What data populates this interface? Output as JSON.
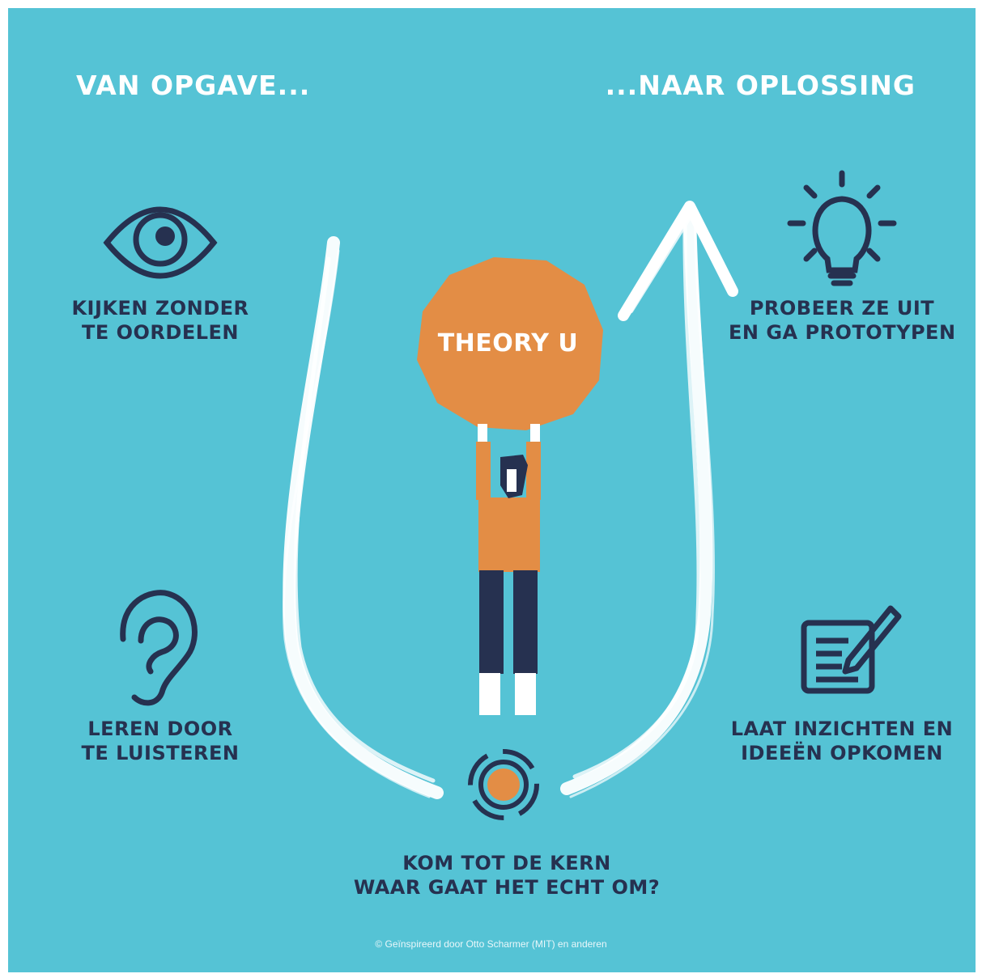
{
  "header": {
    "left": "VAN OPGAVE...",
    "right": "...NAAR OPLOSSING"
  },
  "center": {
    "title": "THEORY U"
  },
  "steps": [
    {
      "icon": "eye-icon",
      "lines": [
        "KIJKEN ZONDER",
        "TE OORDELEN"
      ]
    },
    {
      "icon": "ear-icon",
      "lines": [
        "LEREN DOOR",
        "TE LUISTEREN"
      ]
    },
    {
      "icon": "target-icon",
      "lines": [
        "KOM TOT DE KERN",
        "WAAR GAAT HET ECHT OM?"
      ]
    },
    {
      "icon": "notepad-pencil-icon",
      "lines": [
        "LAAT INZICHTEN EN",
        "IDEEËN OPKOMEN"
      ]
    },
    {
      "icon": "lightbulb-icon",
      "lines": [
        "PROBEER ZE UIT",
        "EN GA PROTOTYPEN"
      ]
    }
  ],
  "credit": "© Geïnspireerd door Otto Scharmer (MIT) en anderen",
  "colors": {
    "background": "#55c3d5",
    "accent": "#e38d45",
    "ink": "#263150",
    "white": "#ffffff"
  }
}
